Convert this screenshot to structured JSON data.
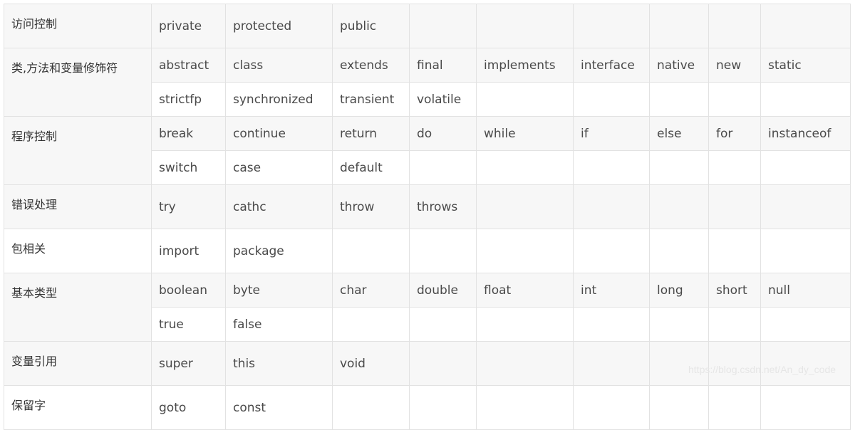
{
  "categories": [
    {
      "label": "访问控制",
      "rows": [
        [
          "private",
          "protected",
          "public"
        ]
      ]
    },
    {
      "label": "类,方法和变量修饰符",
      "rows": [
        [
          "abstract",
          "class",
          "extends",
          "final",
          "implements",
          "interface",
          "native",
          "new",
          "static"
        ],
        [
          "strictfp",
          "synchronized",
          "transient",
          "volatile"
        ]
      ]
    },
    {
      "label": "程序控制",
      "rows": [
        [
          "break",
          "continue",
          "return",
          "do",
          "while",
          "if",
          "else",
          "for",
          "instanceof"
        ],
        [
          "switch",
          "case",
          "default"
        ]
      ]
    },
    {
      "label": "错误处理",
      "rows": [
        [
          "try",
          "cathc",
          "throw",
          "throws"
        ]
      ]
    },
    {
      "label": "包相关",
      "rows": [
        [
          "import",
          "package"
        ]
      ]
    },
    {
      "label": "基本类型",
      "rows": [
        [
          "boolean",
          "byte",
          "char",
          "double",
          "float",
          "int",
          "long",
          "short",
          "null"
        ],
        [
          "true",
          "false"
        ]
      ]
    },
    {
      "label": "变量引用",
      "rows": [
        [
          "super",
          "this",
          "void"
        ]
      ]
    },
    {
      "label": "保留字",
      "rows": [
        [
          "goto",
          "const"
        ]
      ]
    }
  ],
  "watermark": "https://blog.csdn.net/An_dy_code"
}
